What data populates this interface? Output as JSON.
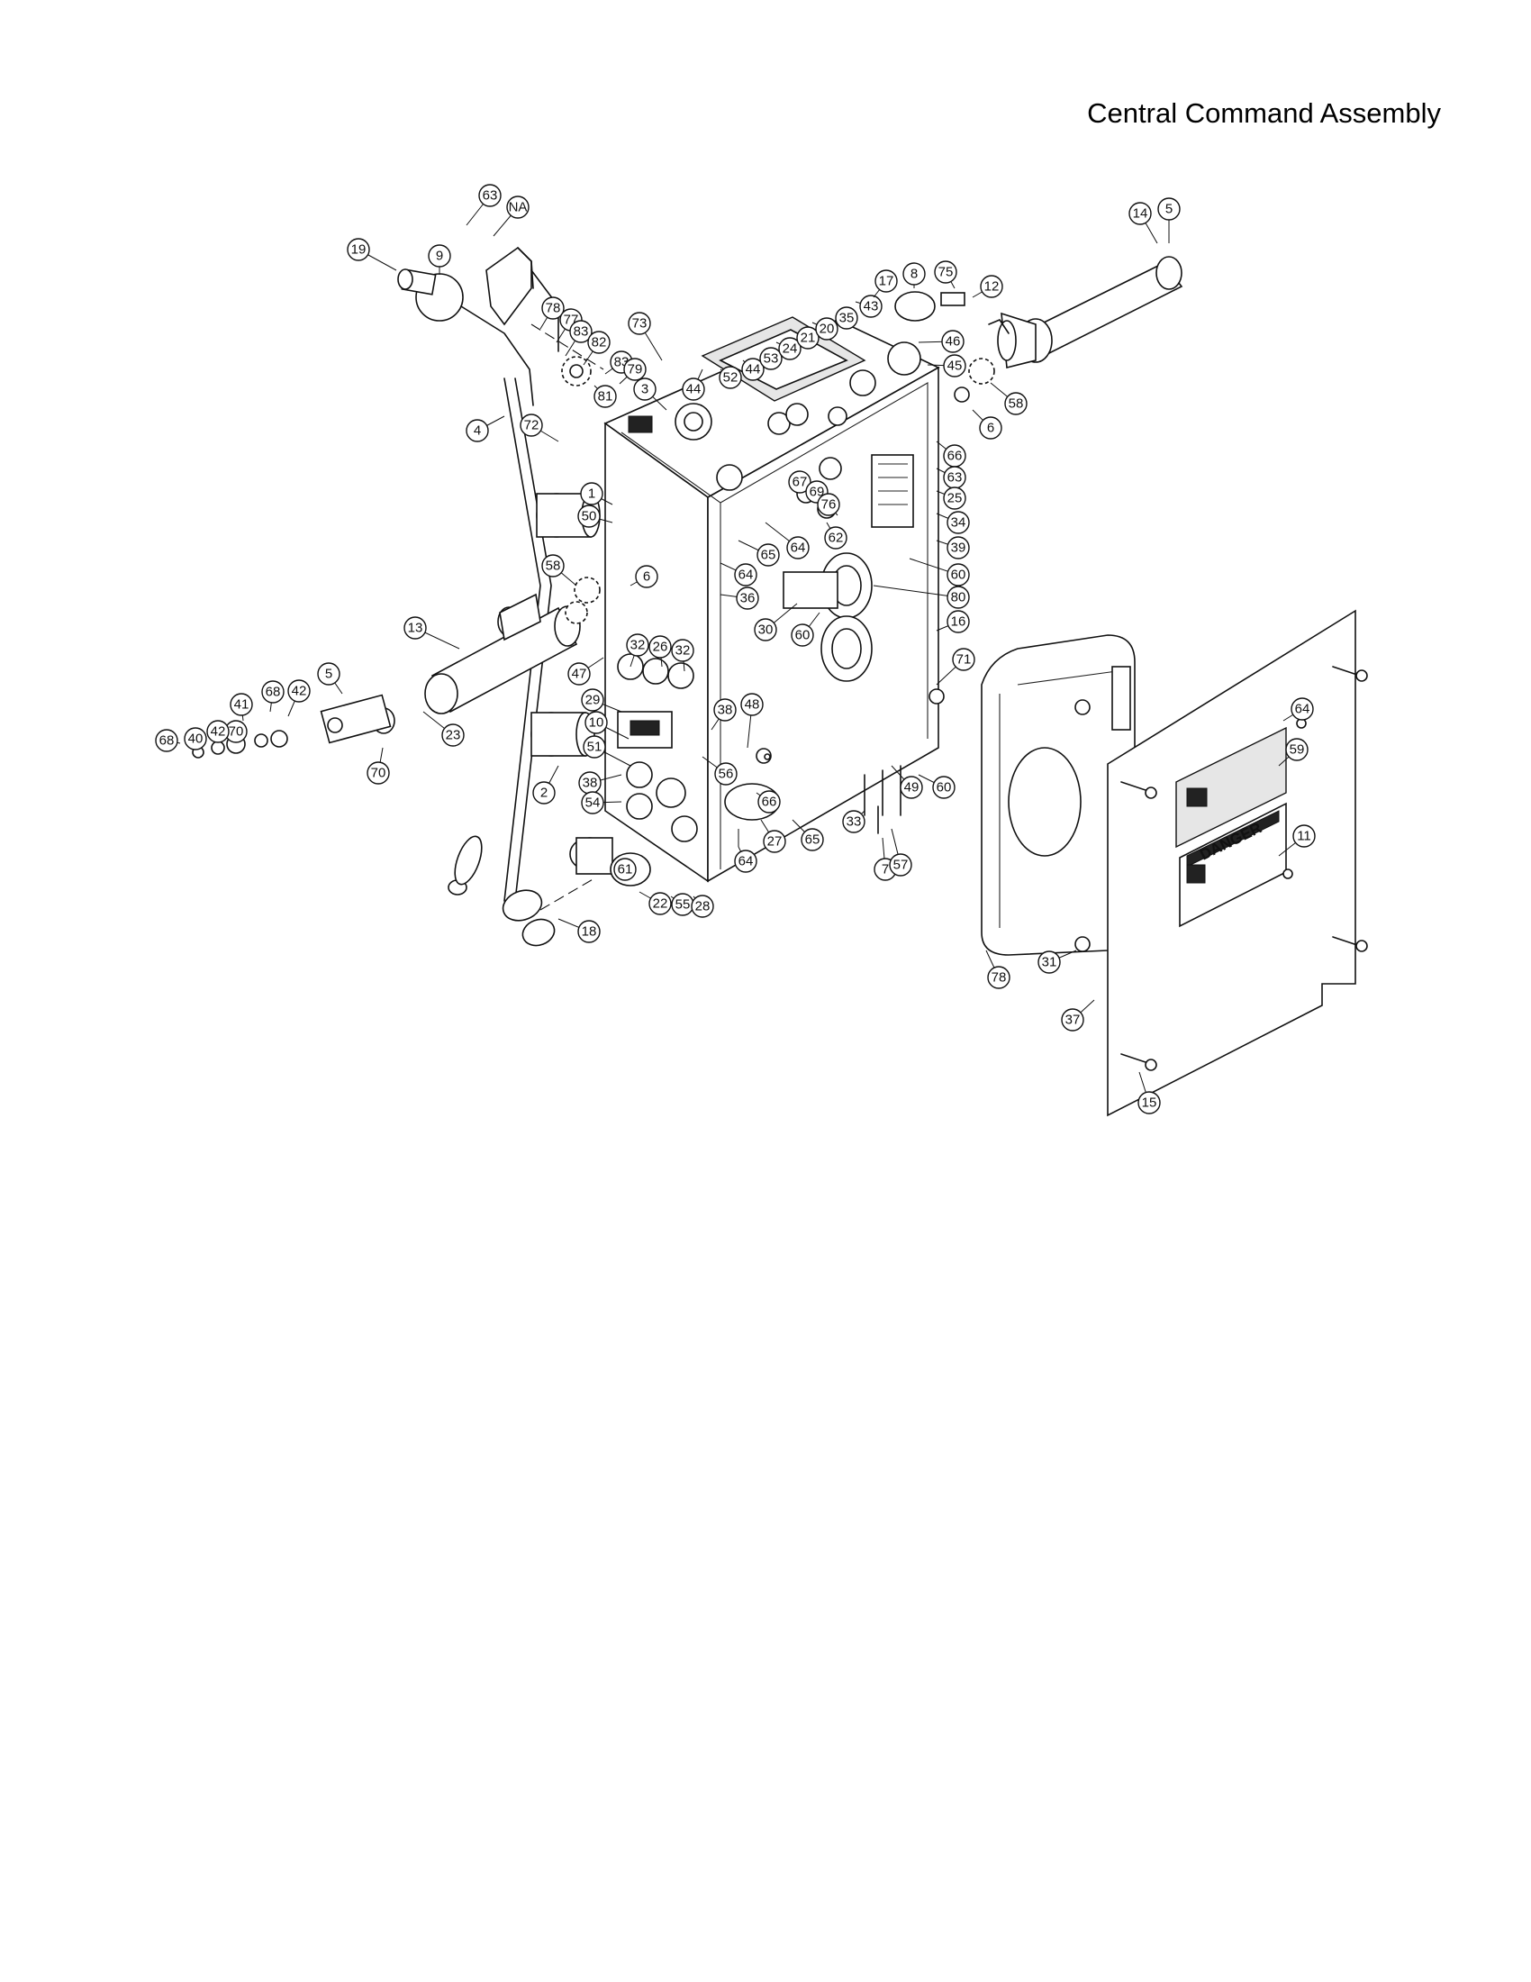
{
  "title": "Central Command Assembly",
  "label_danger": "DANGER",
  "callouts": [
    "63",
    "NA",
    "19",
    "9",
    "78",
    "77",
    "83",
    "82",
    "83",
    "79",
    "81",
    "4",
    "72",
    "73",
    "3",
    "44",
    "52",
    "44",
    "53",
    "24",
    "21",
    "20",
    "35",
    "43",
    "17",
    "8",
    "75",
    "12",
    "14",
    "5",
    "46",
    "45",
    "58",
    "6",
    "66",
    "63",
    "25",
    "34",
    "39",
    "60",
    "80",
    "16",
    "67",
    "69",
    "76",
    "62",
    "64",
    "65",
    "64",
    "36",
    "30",
    "60",
    "1",
    "50",
    "58",
    "6",
    "13",
    "47",
    "32",
    "26",
    "32",
    "29",
    "10",
    "51",
    "38",
    "54",
    "2",
    "48",
    "38",
    "56",
    "66",
    "27",
    "65",
    "64",
    "49",
    "60",
    "33",
    "7",
    "57",
    "71",
    "61",
    "22",
    "55",
    "28",
    "18",
    "23",
    "5",
    "42",
    "41",
    "68",
    "70",
    "42",
    "40",
    "68",
    "70",
    "78",
    "31",
    "64",
    "59",
    "11",
    "37",
    "15",
    "74"
  ]
}
